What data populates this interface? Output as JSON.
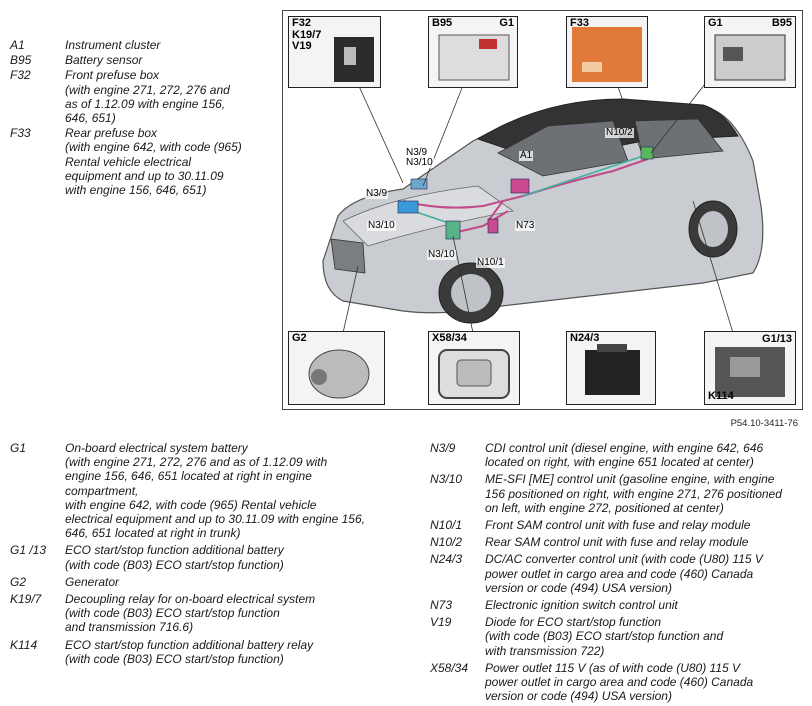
{
  "legend_top": [
    {
      "code": "A1",
      "desc": "Instrument cluster"
    },
    {
      "code": "B95",
      "desc": "Battery sensor"
    },
    {
      "code": "F32",
      "desc": "Front prefuse box\n(with engine 271, 272, 276 and\nas of 1.12.09 with engine 156,\n646, 651)"
    },
    {
      "code": "F33",
      "desc": "Rear prefuse box\n(with engine 642, with code (965)\nRental vehicle electrical\nequipment and up to 30.11.09\nwith engine 156, 646, 651)"
    }
  ],
  "legend_bottom_left": [
    {
      "code": "G1",
      "desc": "On-board electrical system battery\n(with engine 271, 272, 276 and as of 1.12.09 with\nengine 156, 646, 651 located at right in engine\ncompartment,\nwith engine 642, with code (965) Rental vehicle\nelectrical equipment and up to 30.11.09 with engine 156,\n646, 651 located at right in trunk)"
    },
    {
      "code": "G1 /13",
      "desc": "ECO start/stop function additional battery\n(with code (B03) ECO start/stop function)"
    },
    {
      "code": "G2",
      "desc": "Generator"
    },
    {
      "code": "K19/7",
      "desc": "Decoupling relay for on-board electrical system\n(with code (B03) ECO start/stop function\nand transmission 716.6)"
    },
    {
      "code": "K114",
      "desc": "ECO start/stop function additional battery relay\n(with code (B03) ECO start/stop function)"
    }
  ],
  "legend_bottom_right": [
    {
      "code": "N3/9",
      "desc": "CDI control unit (diesel engine, with engine 642, 646\nlocated on right, with engine 651 located at center)"
    },
    {
      "code": "N3/10",
      "desc": "ME-SFI [ME] control unit (gasoline engine, with engine\n156 positioned on right, with engine 271, 276 positioned\non left, with engine 272, positioned at center)"
    },
    {
      "code": "N10/1",
      "desc": "Front SAM control unit with fuse and relay module"
    },
    {
      "code": "N10/2",
      "desc": "Rear SAM control unit with fuse and relay module"
    },
    {
      "code": "N24/3",
      "desc": "DC/AC converter control unit (with code (U80) 115 V\npower outlet in cargo area and code (460) Canada\nversion or code (494) USA version)"
    },
    {
      "code": "N73",
      "desc": "Electronic ignition switch control unit"
    },
    {
      "code": "V19",
      "desc": "Diode for ECO start/stop function\n(with code (B03) ECO start/stop function and\nwith transmission 722)"
    },
    {
      "code": "X58/34",
      "desc": "Power outlet 115 V (as of with code (U80) 115 V\npower outlet in cargo area and code (460) Canada\nversion or code (494) USA version)"
    }
  ],
  "figure": {
    "inset_f32": "F32\nK19/7\nV19",
    "inset_b95g1_left": "B95",
    "inset_b95g1_right": "G1",
    "inset_f33": "F33",
    "inset_g1b95_left": "G1",
    "inset_g1b95_right": "B95",
    "inset_g2": "G2",
    "inset_x58": "X58/34",
    "inset_n24": "N24/3",
    "inset_g113": "G1/13",
    "inset_k114": "K114",
    "callouts": {
      "n39_top": "N3/9\nN3/10",
      "n39_left": "N3/9",
      "n310_left": "N3/10",
      "n310_bottom": "N3/10",
      "a1": "A1",
      "n102": "N10/2",
      "n73": "N73",
      "n101": "N10/1"
    }
  },
  "reference": "P54.10-3411-76"
}
